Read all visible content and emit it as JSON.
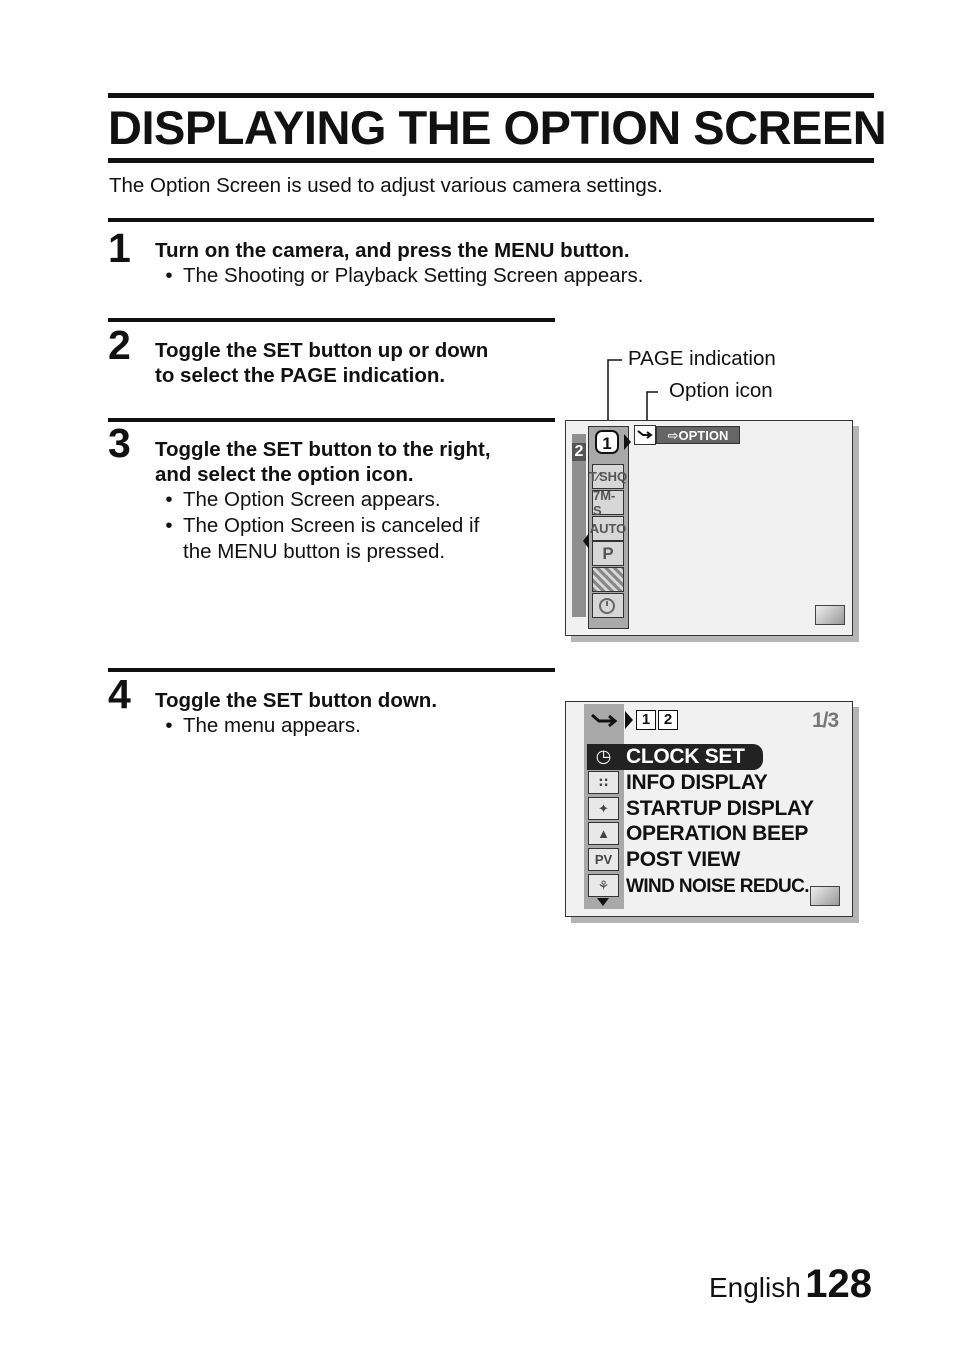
{
  "page": {
    "title": "DISPLAYING THE OPTION SCREEN",
    "intro": "The Option Screen is used to adjust various camera settings."
  },
  "steps": [
    {
      "number": "1",
      "heading_lines": [
        "Turn on the camera, and press the MENU button."
      ],
      "bullets": [
        [
          "The Shooting or Playback Setting Screen appears."
        ]
      ]
    },
    {
      "number": "2",
      "heading_lines": [
        "Toggle the SET button up or down",
        "to select the PAGE indication."
      ],
      "bullets": []
    },
    {
      "number": "3",
      "heading_lines": [
        "Toggle the SET button to the right,",
        "and select the option icon."
      ],
      "bullets": [
        [
          "The Option Screen appears."
        ],
        [
          "The Option Screen is canceled if",
          "the MENU button is pressed."
        ]
      ]
    },
    {
      "number": "4",
      "heading_lines": [
        "Toggle the SET button down."
      ],
      "bullets": [
        [
          "The menu appears."
        ]
      ]
    }
  ],
  "screen1": {
    "callout_page": "PAGE indication",
    "callout_option": "Option icon",
    "option_tab_label": "⇨OPTION",
    "page_numbers": [
      "1",
      "2"
    ],
    "mode_icons": [
      "T∕SHQ",
      "7M-S",
      "AUTO",
      "P",
      "scene-icon",
      "self-timer-icon"
    ]
  },
  "screen2": {
    "page_indicator": "1/3",
    "page_tabs": [
      "1",
      "2"
    ],
    "items": [
      {
        "label": "CLOCK SET",
        "icon": "clock-icon",
        "icon_text": "◷",
        "selected": true
      },
      {
        "label": "INFO DISPLAY",
        "icon": "info-display-icon",
        "icon_text": "∷",
        "selected": false
      },
      {
        "label": "STARTUP DISPLAY",
        "icon": "startup-display-icon",
        "icon_text": "✦",
        "selected": false
      },
      {
        "label": "OPERATION BEEP",
        "icon": "bell-icon",
        "icon_text": "▲",
        "selected": false
      },
      {
        "label": "POST VIEW",
        "icon": "post-view-icon",
        "icon_text": "PV",
        "selected": false
      },
      {
        "label": "WIND NOISE REDUC.",
        "icon": "microphone-icon",
        "icon_text": "⚘",
        "selected": false
      }
    ]
  },
  "footer": {
    "language": "English",
    "page_number": "128"
  }
}
